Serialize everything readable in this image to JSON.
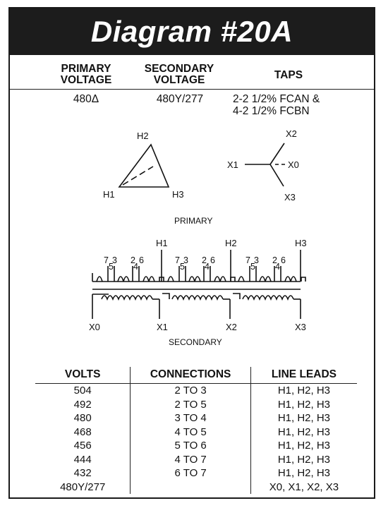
{
  "title": "Diagram #20A",
  "specs": {
    "headers": {
      "primary": [
        "PRIMARY",
        "VOLTAGE"
      ],
      "secondary": [
        "SECONDARY",
        "VOLTAGE"
      ],
      "taps": "TAPS"
    },
    "values": {
      "primary": "480Δ",
      "secondary": "480Y/277",
      "taps": [
        "2-2 1/2% FCAN &",
        "4-2 1/2% FCBN"
      ]
    }
  },
  "vectors": {
    "delta": {
      "h1": "H1",
      "h2": "H2",
      "h3": "H3"
    },
    "wye": {
      "x0": "X0",
      "x1": "X1",
      "x2": "X2",
      "x3": "X3"
    }
  },
  "schematic": {
    "primary_label": "PRIMARY",
    "secondary_label": "SECONDARY",
    "terminals_high": [
      "H1",
      "H2",
      "H3"
    ],
    "terminals_low": [
      "X0",
      "X1",
      "X2",
      "X3"
    ],
    "tap_labels": {
      "upper": [
        "7",
        "3",
        "2",
        "6"
      ],
      "lower": [
        "5",
        "4"
      ]
    }
  },
  "table": {
    "headers": [
      "VOLTS",
      "CONNECTIONS",
      "LINE LEADS"
    ],
    "rows": [
      [
        "504",
        "2 TO 3",
        "H1, H2, H3"
      ],
      [
        "492",
        "2 TO 5",
        "H1, H2, H3"
      ],
      [
        "480",
        "3 TO 4",
        "H1, H2, H3"
      ],
      [
        "468",
        "4 TO 5",
        "H1, H2, H3"
      ],
      [
        "456",
        "5 TO 6",
        "H1, H2, H3"
      ],
      [
        "444",
        "4 TO 7",
        "H1, H2, H3"
      ],
      [
        "432",
        "6 TO 7",
        "H1, H2, H3"
      ],
      [
        "480Y/277",
        "",
        "X0, X1, X2, X3"
      ]
    ]
  }
}
